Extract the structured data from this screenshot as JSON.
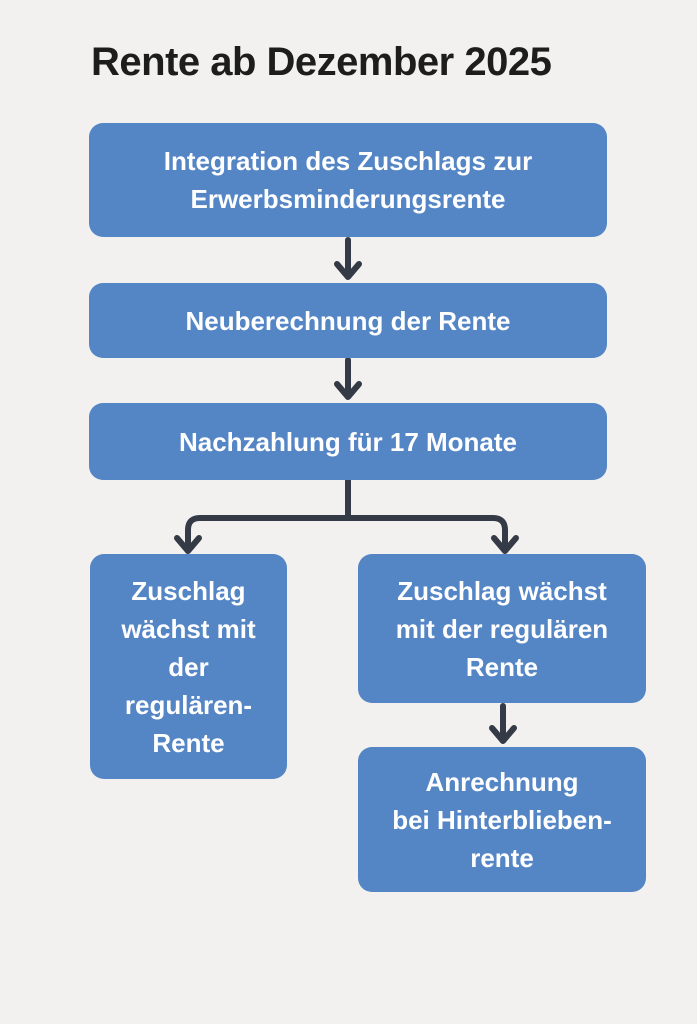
{
  "page": {
    "title": "Rente ab Dezember 2025"
  },
  "theme": {
    "background": "#f2f1ef",
    "box_blue": "#5485c5",
    "box_text": "#ffffff",
    "arrow_color": "#343a46",
    "title_color": "#1d1d1b"
  },
  "flowchart": {
    "nodes": [
      {
        "id": "integration-zuschlag",
        "lines": [
          "Integration des Zuschlags zur",
          "Erwerbsminderungsrente"
        ]
      },
      {
        "id": "neuberechnung-rente",
        "lines": [
          "Neuberechnung der Rente"
        ]
      },
      {
        "id": "nachzahlung-17-monate",
        "lines": [
          "Nachzahlung für 17 Monate"
        ]
      },
      {
        "id": "zuschlag-waechst-links",
        "lines": [
          "Zuschlag",
          "wächst mit",
          "der",
          "regulären-",
          "Rente"
        ]
      },
      {
        "id": "zuschlag-waechst-rechts",
        "lines": [
          "Zuschlag wächst",
          "mit der regulären",
          "Rente"
        ]
      },
      {
        "id": "anrechnung-hinterbliebenenrente",
        "lines": [
          "Anrechnung",
          "bei Hinterblieben-",
          "rente"
        ]
      }
    ]
  }
}
